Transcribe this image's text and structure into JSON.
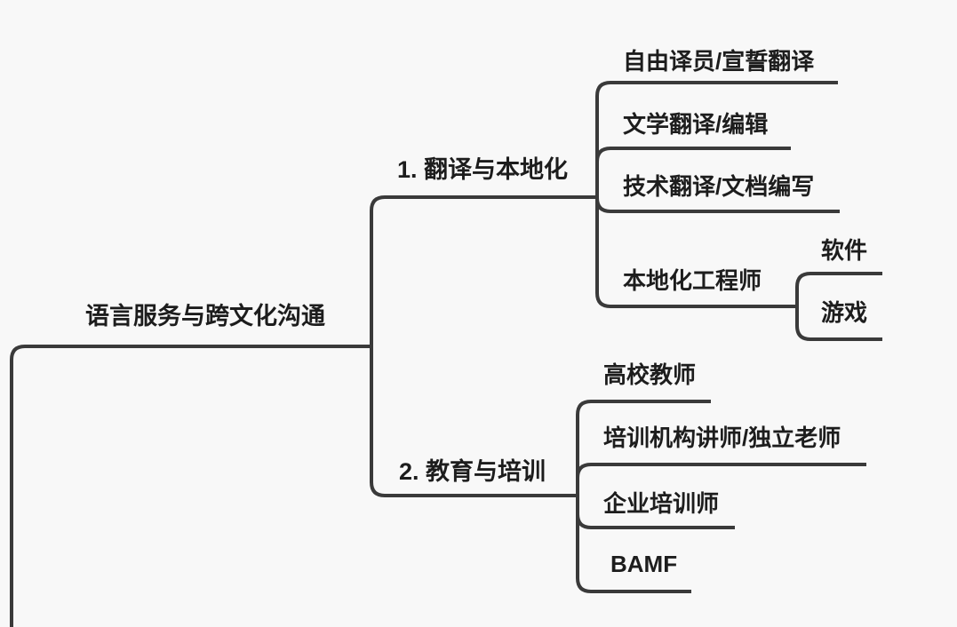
{
  "canvas": {
    "background": "#f8f8f8",
    "line_color": "#3a3a3a",
    "text_color": "#1d1d1d"
  },
  "mindmap": {
    "root": {
      "label": "语言服务与跨文化沟通"
    },
    "topics": [
      {
        "label": "1. 翻译与本地化",
        "children": [
          {
            "label": "自由译员/宣誓翻译"
          },
          {
            "label": "文学翻译/编辑"
          },
          {
            "label": "技术翻译/文档编写"
          },
          {
            "label": "本地化工程师",
            "children": [
              {
                "label": "软件"
              },
              {
                "label": "游戏"
              }
            ]
          }
        ]
      },
      {
        "label": "2. 教育与培训",
        "children": [
          {
            "label": "高校教师"
          },
          {
            "label": "培训机构讲师/独立老师"
          },
          {
            "label": "企业培训师"
          },
          {
            "label": "BAMF"
          }
        ]
      }
    ]
  }
}
